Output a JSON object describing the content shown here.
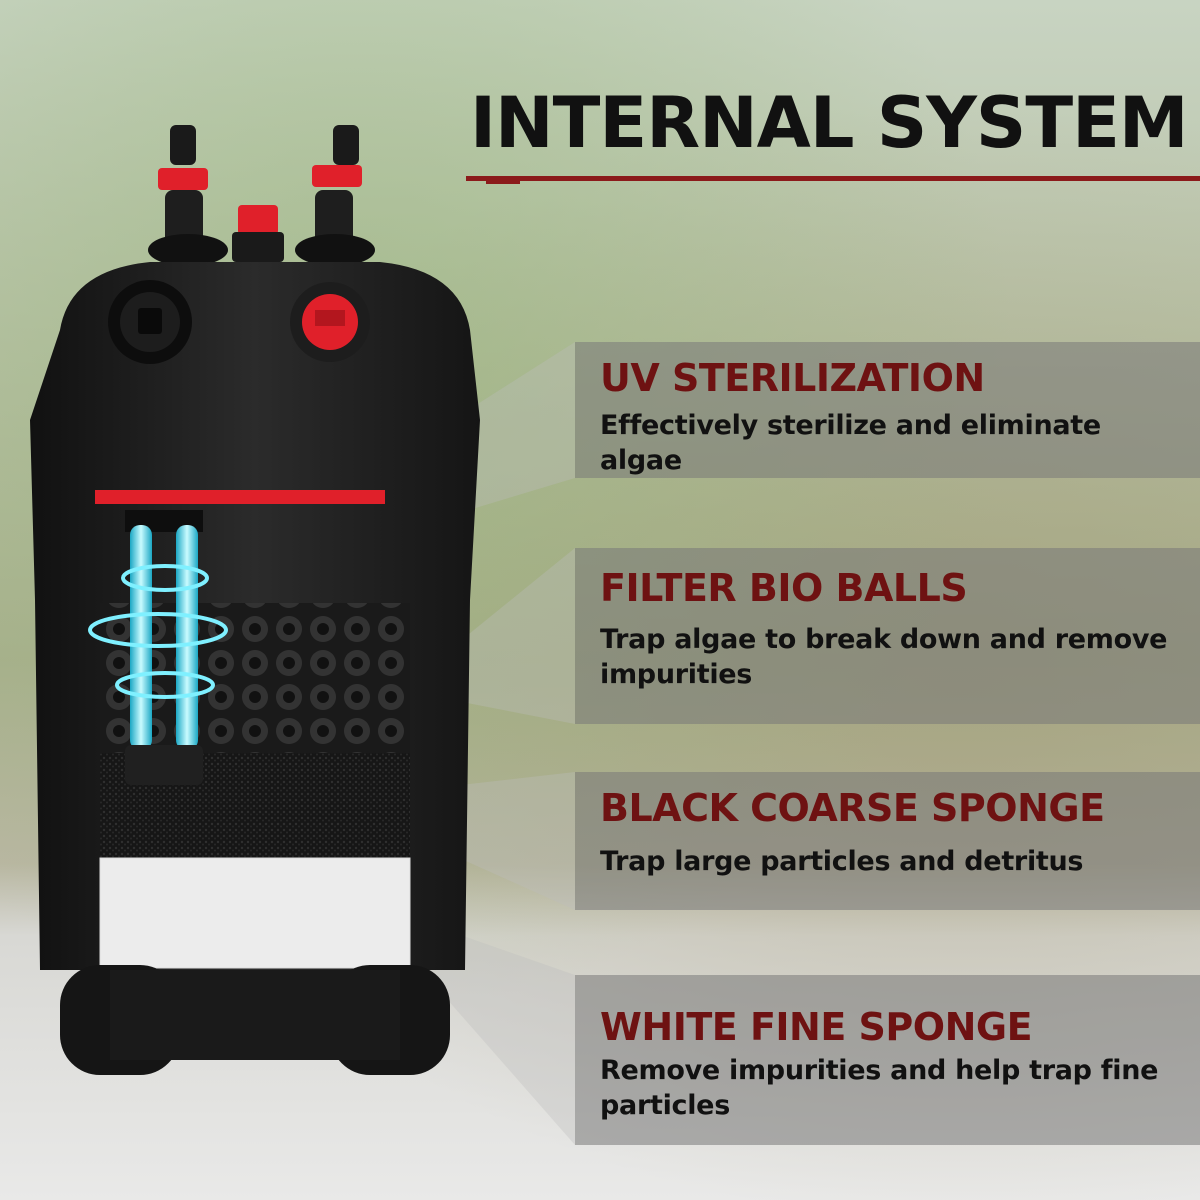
{
  "title": "INTERNAL SYSTEM",
  "features": [
    {
      "heading": "UV STERILIZATION",
      "description": "Effectively sterilize and eliminate algae"
    },
    {
      "heading": "FILTER BIO BALLS",
      "description": "Trap algae to break down and remove impurities"
    },
    {
      "heading": "BLACK COARSE SPONGE",
      "description": "Trap large particles and detritus"
    },
    {
      "heading": "WHITE FINE SPONGE",
      "description": "Remove impurities and help trap fine particles"
    }
  ],
  "colors": {
    "accent": "#8b1a1a",
    "heading": "#6e1212",
    "filter_body": "#1c1c1c",
    "filter_red": "#e0202a",
    "uv_light": "#3fd8f0"
  },
  "icons": [
    "uv-lamp-icon",
    "power-switch-icon",
    "red-cap-icon"
  ]
}
